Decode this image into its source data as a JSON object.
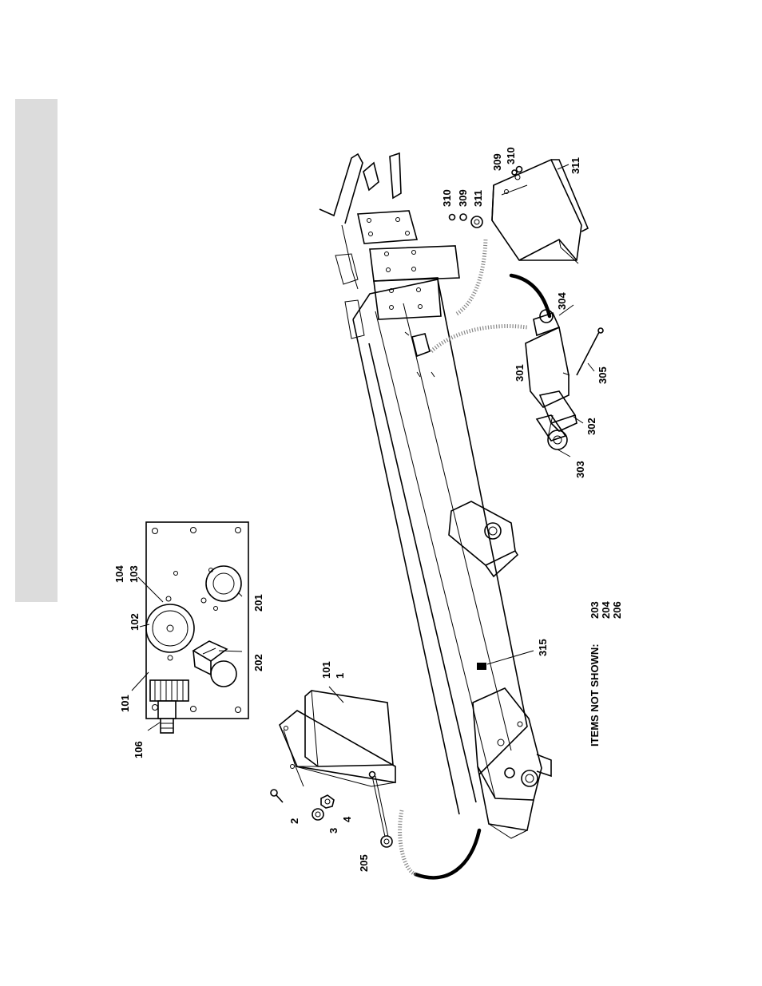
{
  "callouts": {
    "c1": "1",
    "c2": "2",
    "c3": "3",
    "c4": "4",
    "c101a": "101",
    "c101b": "101",
    "c102": "102",
    "c103": "103",
    "c104": "104",
    "c106": "106",
    "c201": "201",
    "c202": "202",
    "c205": "205",
    "c301": "301",
    "c302": "302",
    "c303": "303",
    "c304": "304",
    "c305": "305",
    "c309a": "309",
    "c310a": "310",
    "c311a": "311",
    "c309b": "309",
    "c310b": "310",
    "c311b": "311",
    "c315": "315"
  },
  "not_shown": {
    "heading": "ITEMS NOT SHOWN:",
    "items": [
      "203",
      "204",
      "206"
    ]
  }
}
